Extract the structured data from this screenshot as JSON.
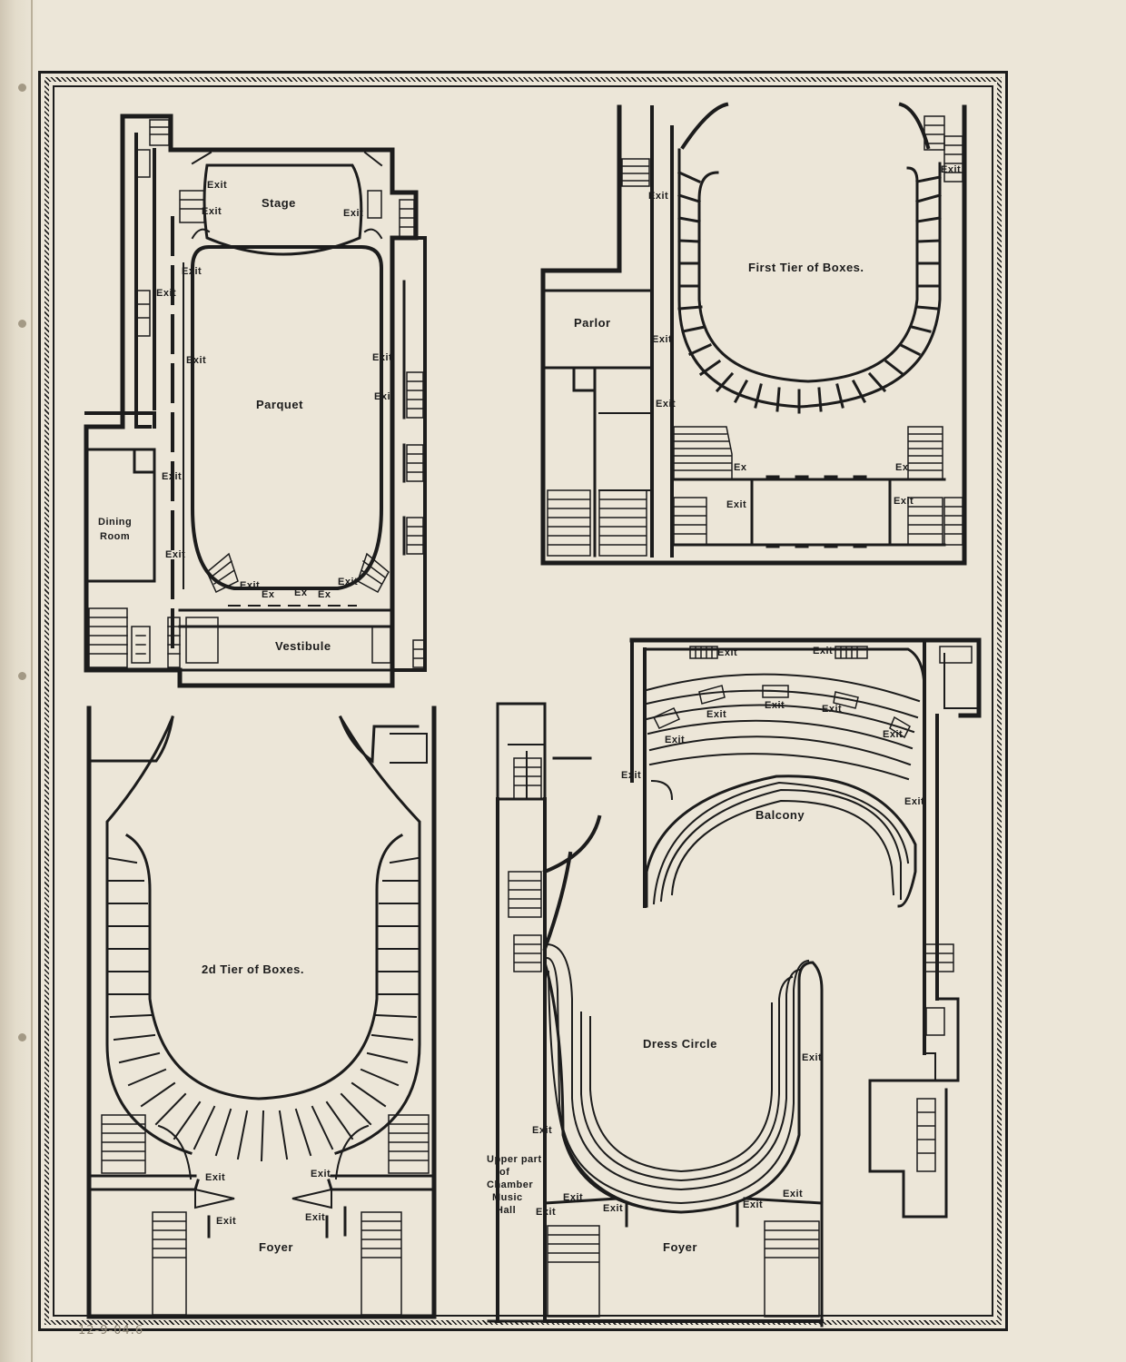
{
  "plans": {
    "parquet": {
      "title": "Parquet",
      "stage": "Stage",
      "vestibule": "Vestibule",
      "dining_room_1": "Dining",
      "dining_room_2": "Room",
      "exit": "Exit",
      "ex": "Ex"
    },
    "first_tier": {
      "title": "First Tier of Boxes.",
      "parlor": "Parlor",
      "exit": "Exit",
      "ex": "Ex"
    },
    "second_tier": {
      "title": "2d Tier of Boxes.",
      "foyer": "Foyer",
      "exit": "Exit"
    },
    "balcony": {
      "title": "Balcony",
      "dress_circle": "Dress Circle",
      "foyer": "Foyer",
      "chamber_1": "Upper part",
      "chamber_2": "of",
      "chamber_3": "Chamber",
      "chamber_4": "Music",
      "chamber_5": "Hall",
      "exit": "Exit"
    }
  },
  "handwritten_note": "12-9-04.6",
  "colors": {
    "ink": "#1c1c1c",
    "paper": "#ece6d8"
  }
}
